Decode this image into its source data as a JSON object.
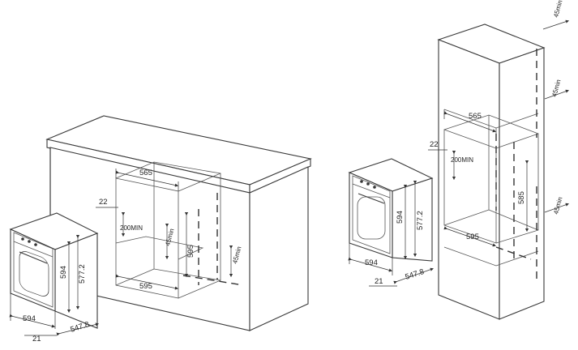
{
  "left_cabinet": {
    "width": "565",
    "depth_offset": "22",
    "clearance": "200MIN",
    "vent": "45min",
    "height": "595",
    "opening": "595",
    "side_vent": "45min"
  },
  "left_oven": {
    "height_outer": "594",
    "height_body": "577.2",
    "width": "594",
    "door": "21",
    "depth": "547.8"
  },
  "middle_oven": {
    "height_outer": "594",
    "height_body": "577.2",
    "width": "594",
    "door": "21",
    "depth": "547.8"
  },
  "right_cabinet": {
    "top_vent": "45min",
    "width": "565",
    "depth_offset": "22",
    "clearance": "200MIN",
    "upper_vent": "45min",
    "height": "585",
    "lower_vent": "45min",
    "opening": "595"
  }
}
